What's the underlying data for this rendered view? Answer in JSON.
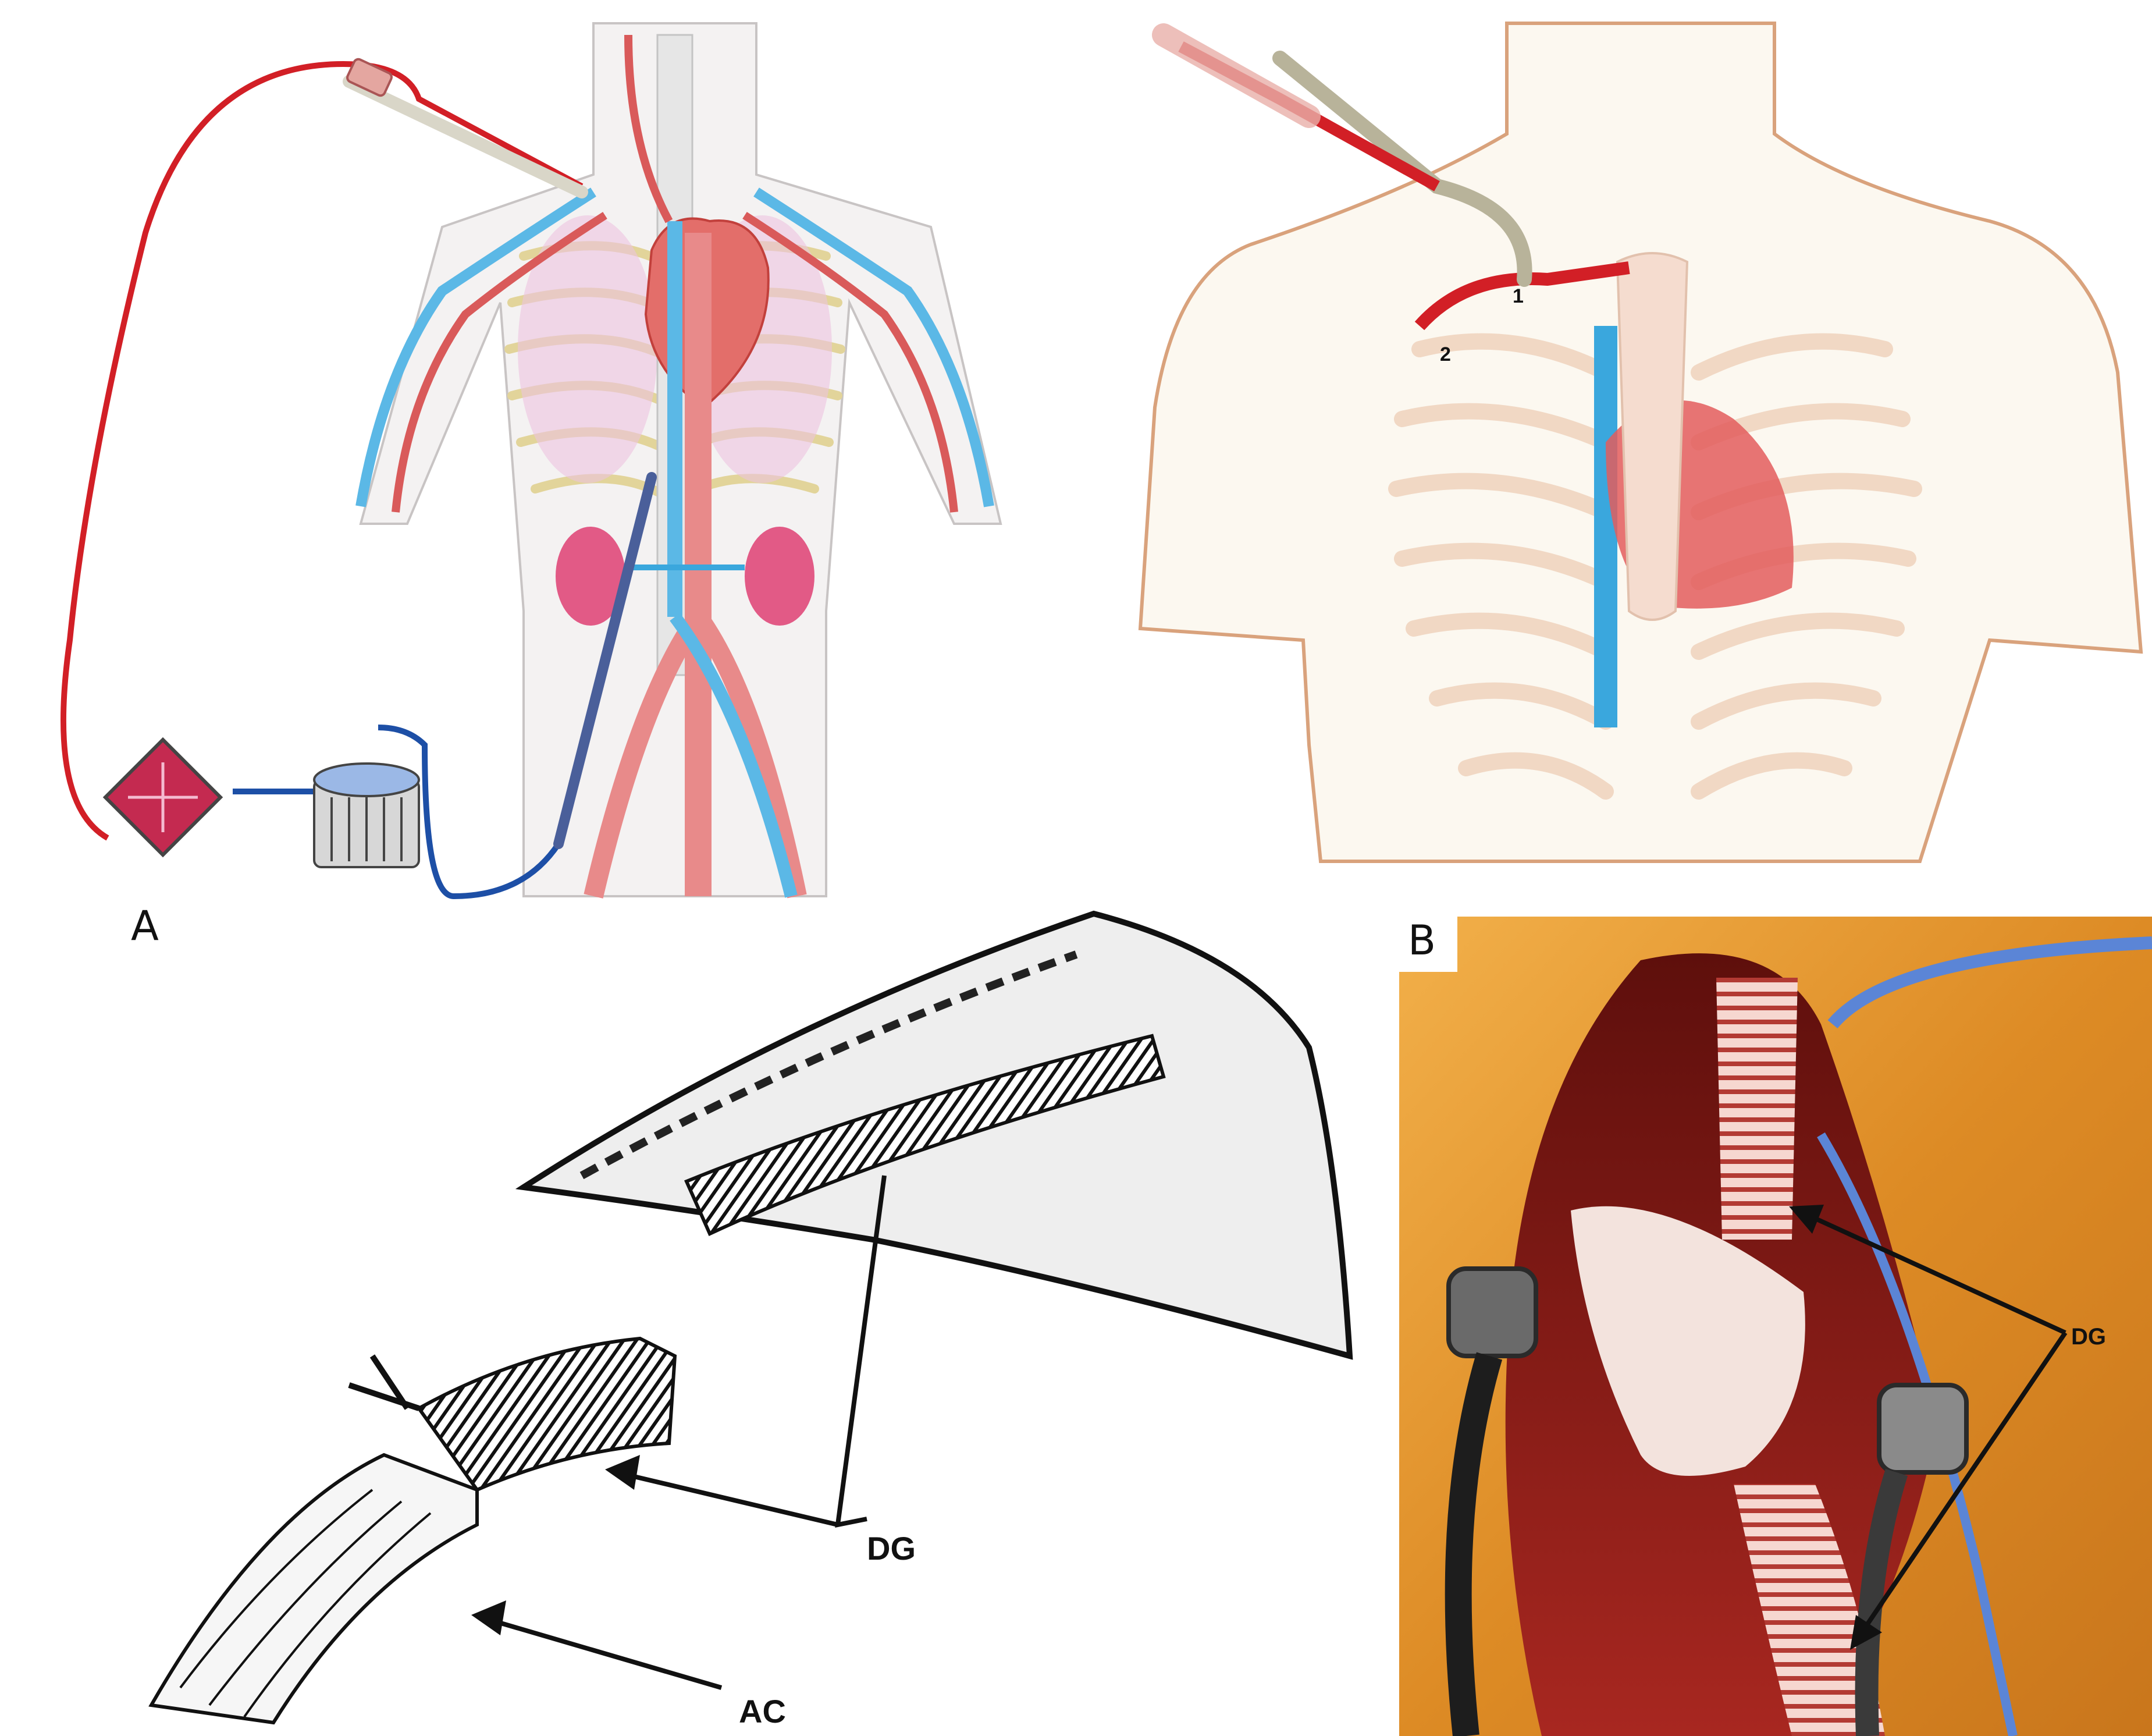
{
  "panels": {
    "a": {
      "letter": "A"
    },
    "b": {
      "letter": "B"
    }
  },
  "anatomy_labels": {
    "one": "1",
    "two": "2"
  },
  "annotations": {
    "sketch_dg": "DG",
    "sketch_ac": "AC",
    "photo_dg": "DG"
  },
  "colors": {
    "artery": "#d21f26",
    "vein": "#3aa7dd",
    "blue_tube": "#1d4fa6",
    "skin": "#f3ddd0",
    "outline": "#d9a27c",
    "photo_tissue": "#e0932c",
    "photo_wound": "#8a1c18"
  }
}
